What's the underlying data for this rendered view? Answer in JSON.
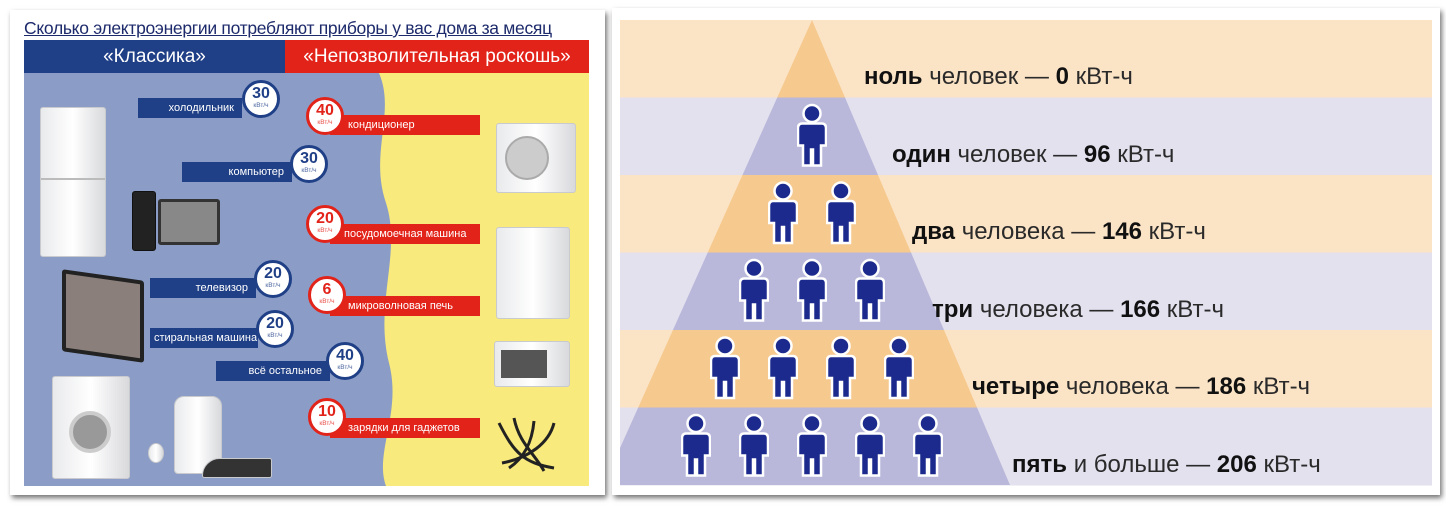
{
  "left": {
    "title": "Сколько электроэнергии потребляют приборы у вас дома за месяц",
    "classic_header": "«Классика»",
    "luxury_header": "«Непозволительная роскошь»",
    "unit": "кВт/ч",
    "classic_items": [
      {
        "label": "холодильник",
        "value": "30"
      },
      {
        "label": "компьютер",
        "value": "30"
      },
      {
        "label": "телевизор",
        "value": "20"
      },
      {
        "label": "стиральная машина",
        "value": "20"
      },
      {
        "label": "всё остальное",
        "value": "40"
      }
    ],
    "luxury_items": [
      {
        "label": "кондиционер",
        "value": "40"
      },
      {
        "label": "посудомоечная машина",
        "value": "20"
      },
      {
        "label": "микроволновая печь",
        "value": "6"
      },
      {
        "label": "зарядки для гаджетов",
        "value": "10"
      }
    ],
    "colors": {
      "blue": "#1f3f86",
      "red": "#e2231a",
      "blue_bg": "#8b9dc6",
      "yellow_bg": "#f8ea7c"
    }
  },
  "right": {
    "unit": "кВт-ч",
    "rows": [
      {
        "count_word": "ноль",
        "noun": "человек",
        "value": "0",
        "people": 0
      },
      {
        "count_word": "один",
        "noun": "человек",
        "value": "96",
        "people": 1
      },
      {
        "count_word": "два",
        "noun": "человека",
        "value": "146",
        "people": 2
      },
      {
        "count_word": "три",
        "noun": "человека",
        "value": "166",
        "people": 3
      },
      {
        "count_word": "четыре",
        "noun": "человека",
        "value": "186",
        "people": 4
      },
      {
        "count_word": "пять",
        "noun": "и больше",
        "value": "206",
        "people": 5
      }
    ],
    "colors": {
      "peach": "#fbe4c6",
      "lavender": "#e4e1ef",
      "peach_dark": "#f6c98f",
      "lavender_dark": "#b9b8da",
      "person": "#1b2a8c"
    }
  }
}
